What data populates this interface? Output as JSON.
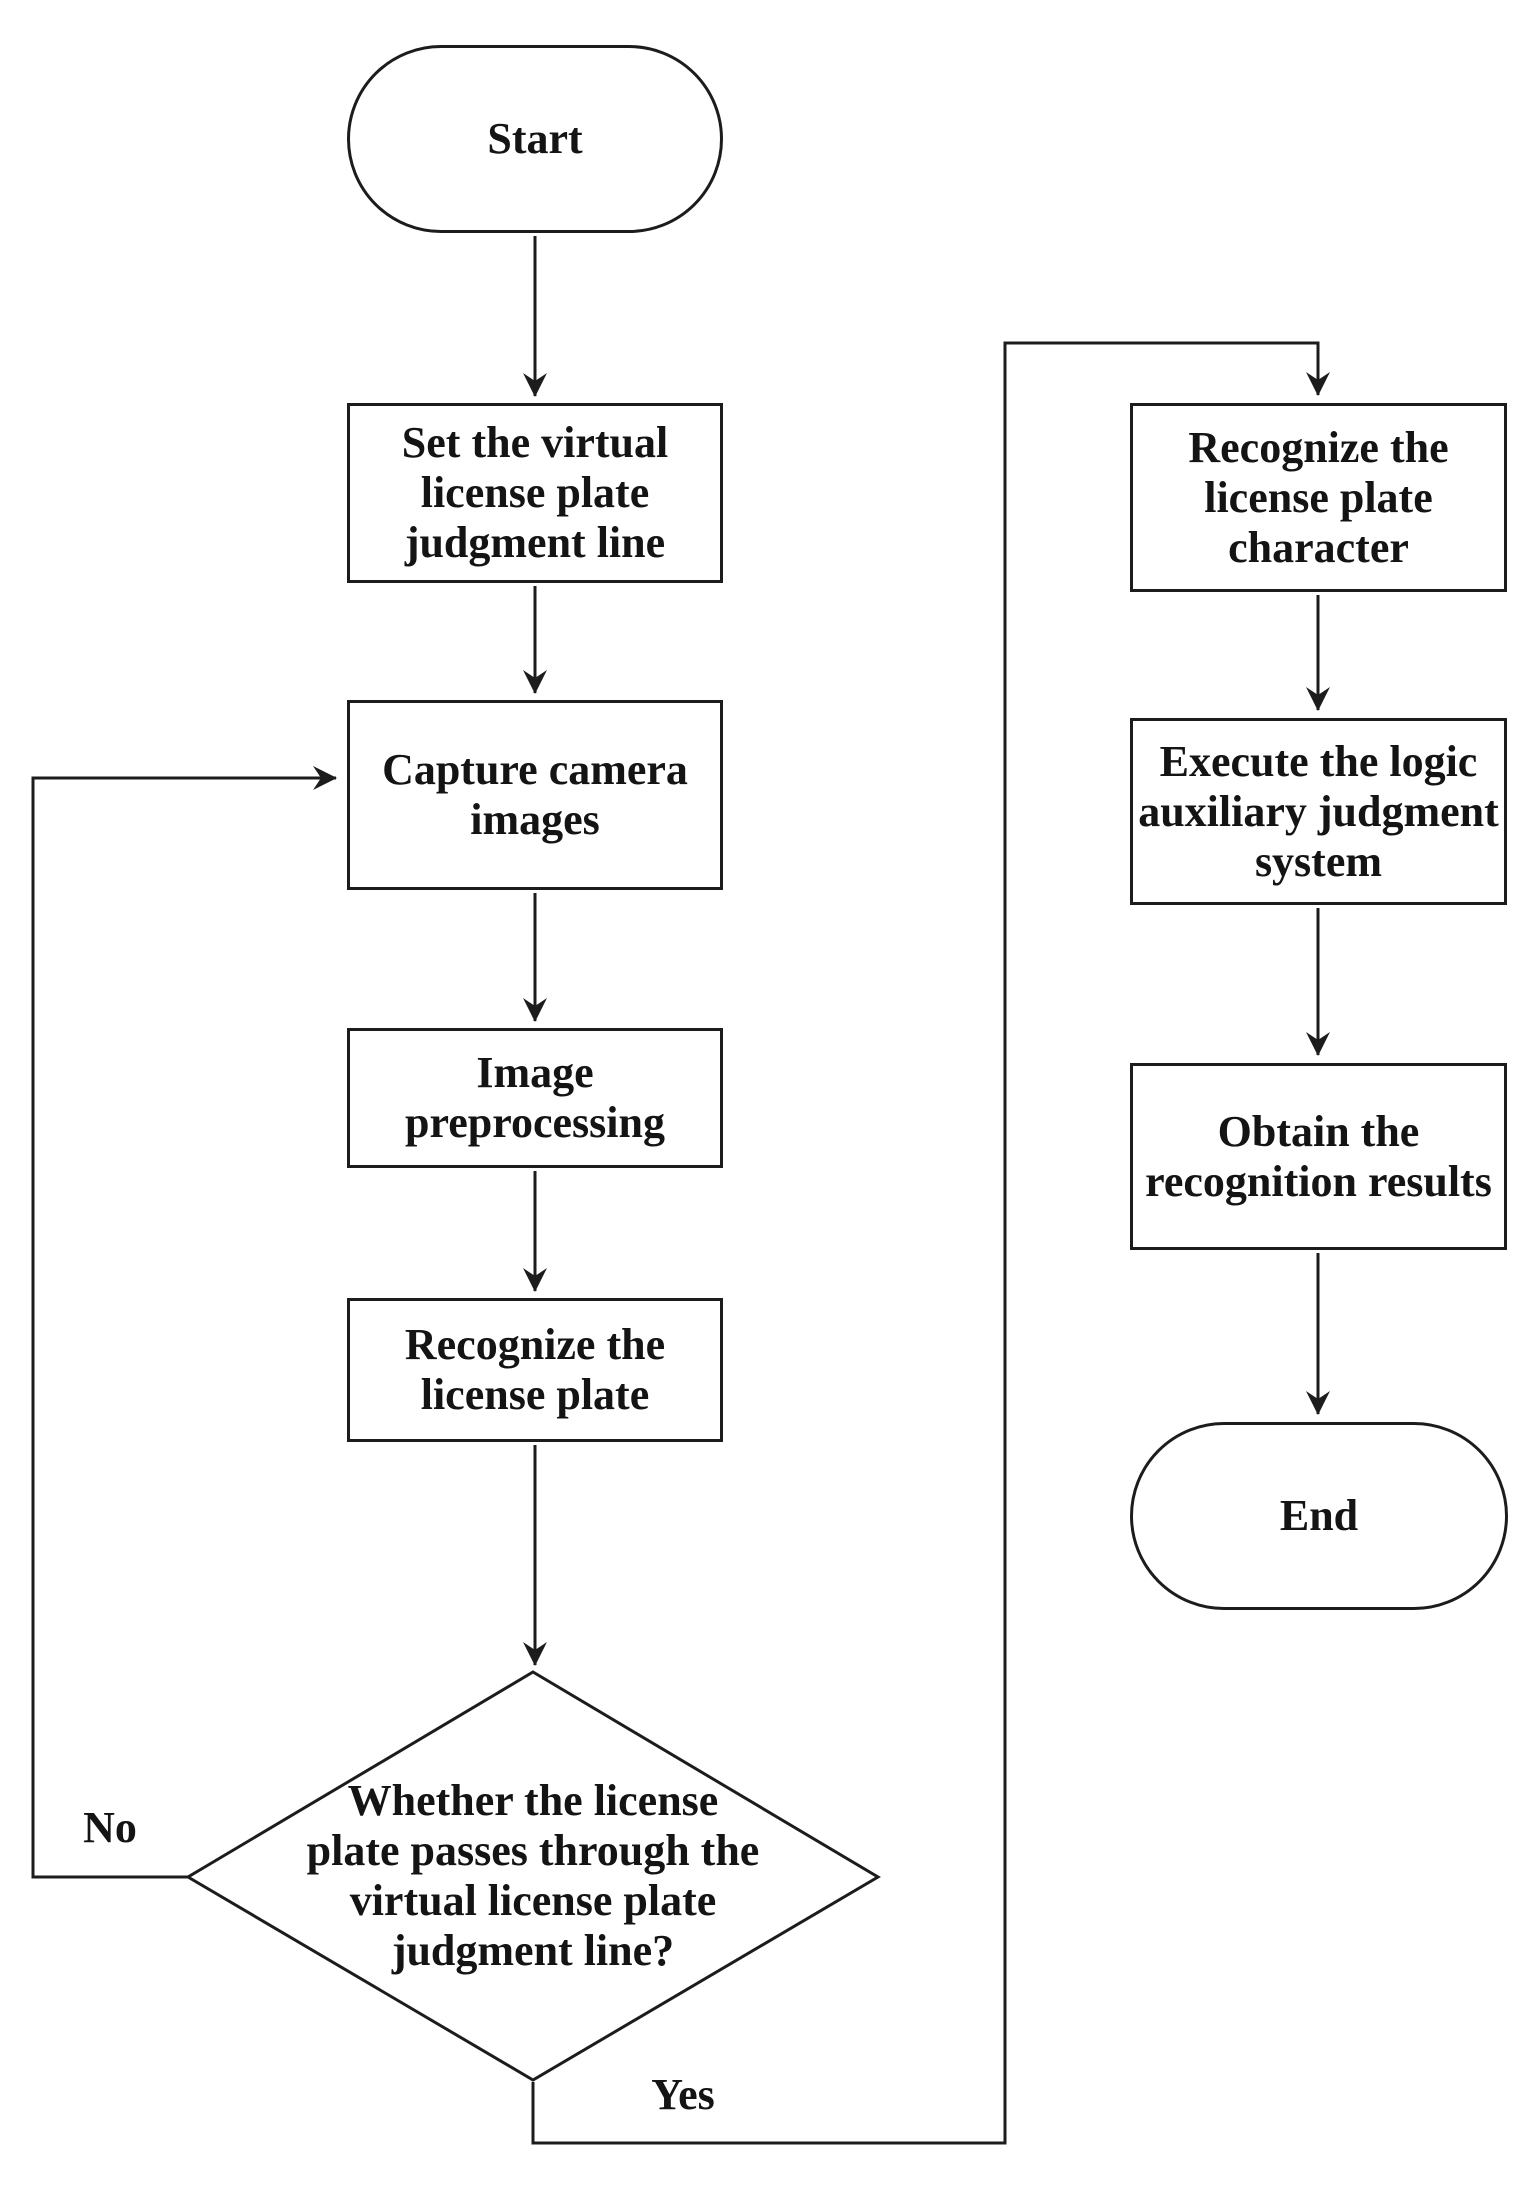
{
  "diagram": {
    "background_color": "#ffffff",
    "stroke_color": "#1c1c1c",
    "text_color": "#141414",
    "nodes": [
      {
        "id": "start",
        "type": "terminator",
        "label": "Start"
      },
      {
        "id": "set-virtual-judgment-line",
        "type": "process",
        "label": "Set the virtual\nlicense plate\njudgment line"
      },
      {
        "id": "capture-camera-images",
        "type": "process",
        "label": "Capture camera\nimages"
      },
      {
        "id": "image-preprocessing",
        "type": "process",
        "label": "Image\npreprocessing"
      },
      {
        "id": "recognize-license-plate",
        "type": "process",
        "label": "Recognize the\nlicense plate"
      },
      {
        "id": "license-plate-pass-decision",
        "type": "decision",
        "label": "Whether the license\nplate passes through the\nvirtual license plate\njudgment line?"
      },
      {
        "id": "recognize-license-plate-character",
        "type": "process",
        "label": "Recognize the\nlicense plate\ncharacter"
      },
      {
        "id": "execute-logic-auxiliary-judgment",
        "type": "process",
        "label": "Execute the logic\nauxiliary judgment\nsystem"
      },
      {
        "id": "obtain-recognition-results",
        "type": "process",
        "label": "Obtain the\nrecognition results"
      },
      {
        "id": "end",
        "type": "terminator",
        "label": "End"
      }
    ],
    "edge_labels": {
      "no": "No",
      "yes": "Yes"
    }
  }
}
